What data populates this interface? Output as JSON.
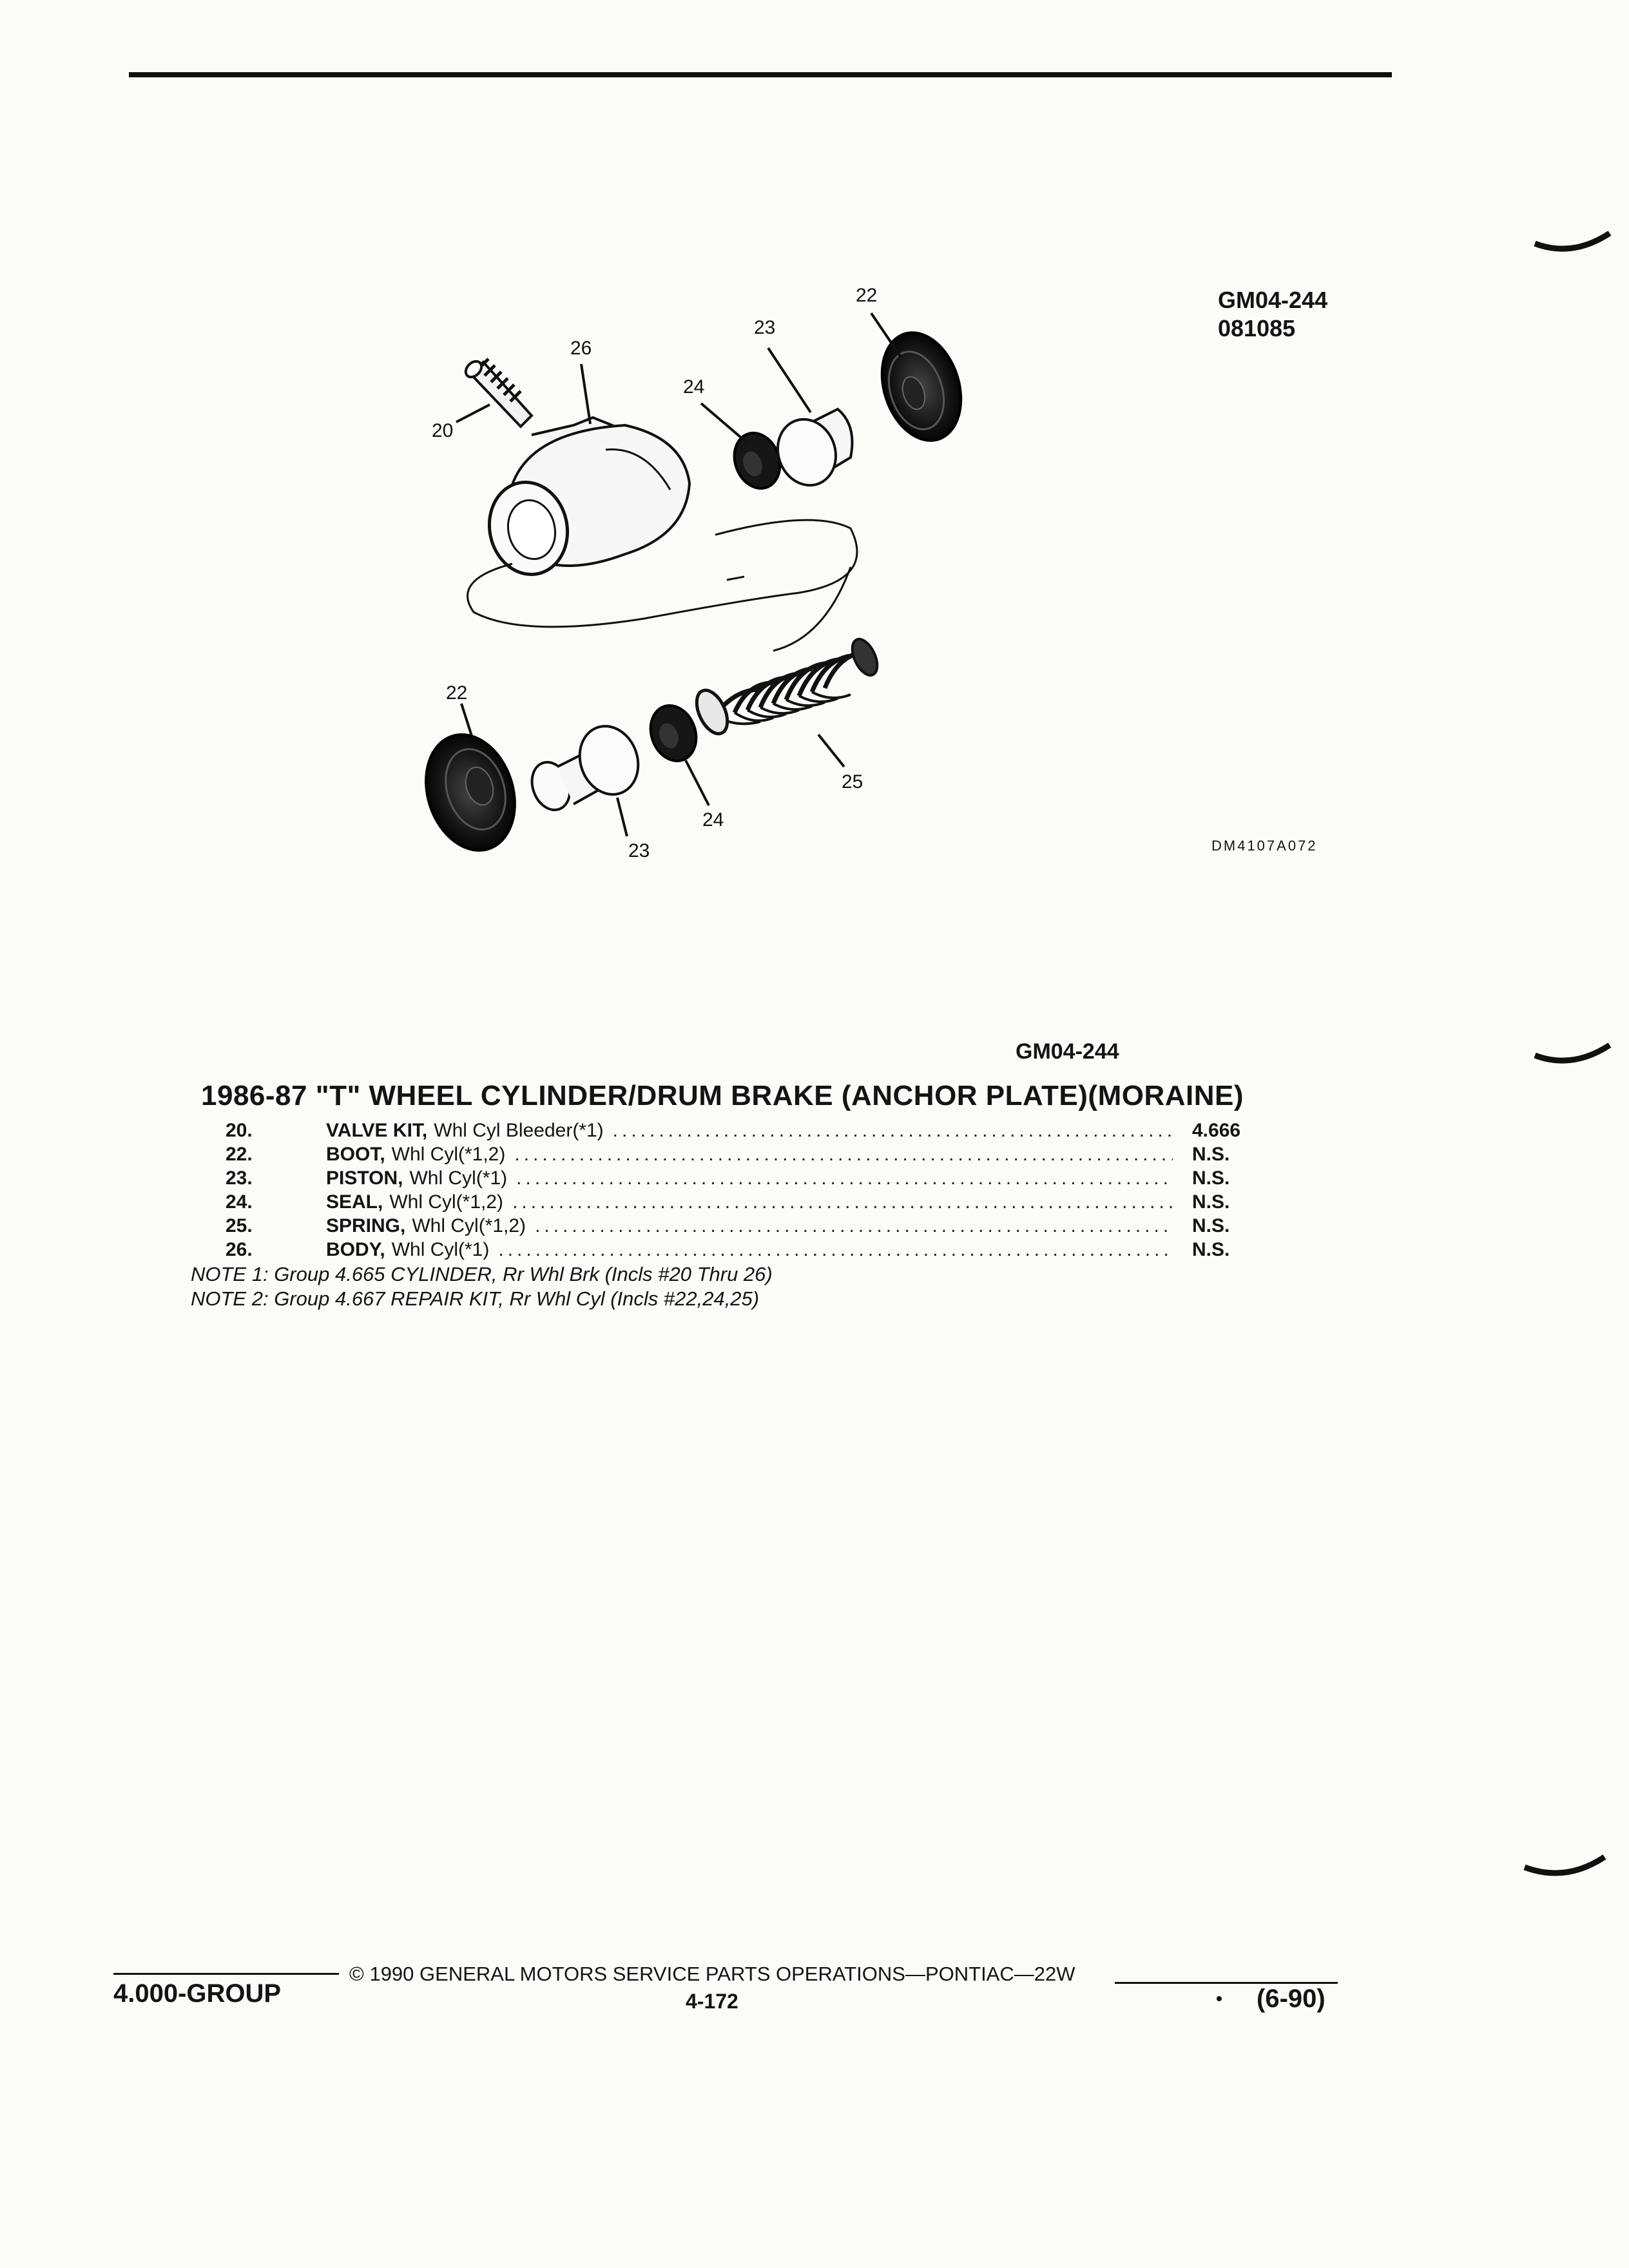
{
  "header": {
    "code_top": "GM04-244",
    "code_date": "081085",
    "drawing_number": "DM4107A072"
  },
  "diagram": {
    "callouts": {
      "c20": "20",
      "c22_top": "22",
      "c23_top": "23",
      "c24_top": "24",
      "c26": "26",
      "c22_bottom": "22",
      "c23_bottom": "23",
      "c24_bottom": "24",
      "c25": "25"
    }
  },
  "section": {
    "code": "GM04-244",
    "title": "1986-87 \"T\" WHEEL CYLINDER/DRUM BRAKE (ANCHOR PLATE)(MORAINE)",
    "parts": [
      {
        "num": "20.",
        "name": "VALVE KIT,",
        "desc": "Whl Cyl Bleeder(*1)",
        "value": "4.666"
      },
      {
        "num": "22.",
        "name": "BOOT,",
        "desc": "Whl Cyl(*1,2)",
        "value": "N.S."
      },
      {
        "num": "23.",
        "name": "PISTON,",
        "desc": "Whl Cyl(*1)",
        "value": "N.S."
      },
      {
        "num": "24.",
        "name": "SEAL,",
        "desc": "Whl Cyl(*1,2)",
        "value": "N.S."
      },
      {
        "num": "25.",
        "name": "SPRING,",
        "desc": "Whl Cyl(*1,2)",
        "value": "N.S."
      },
      {
        "num": "26.",
        "name": "BODY,",
        "desc": "Whl Cyl(*1)",
        "value": "N.S."
      }
    ],
    "notes": [
      "NOTE 1: Group 4.665 CYLINDER, Rr Whl Brk (Incls #20 Thru 26)",
      "NOTE 2: Group 4.667 REPAIR KIT, Rr Whl Cyl (Incls #22,24,25)"
    ]
  },
  "footer": {
    "copyright": "© 1990 GENERAL MOTORS SERVICE PARTS OPERATIONS—PONTIAC—22W",
    "group": "4.000-GROUP",
    "page": "4-172",
    "date": "(6-90)"
  }
}
